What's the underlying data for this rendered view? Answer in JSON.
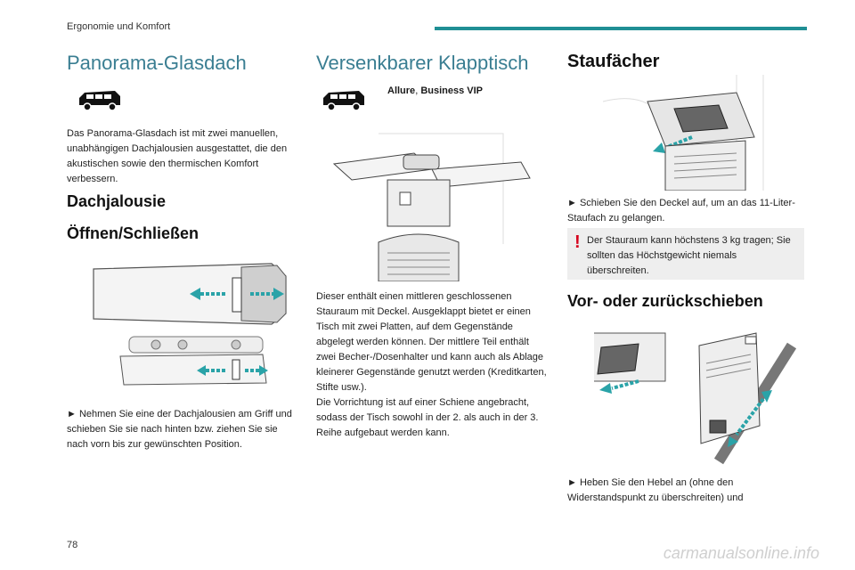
{
  "header": {
    "section": "Ergonomie und Komfort"
  },
  "page_number": "78",
  "watermark": "carmanualsonline.info",
  "col1": {
    "title": "Panorama-Glasdach",
    "intro": "Das Panorama-Glasdach ist mit zwei manuellen, unabhängigen Dachjalousien ausgestattet, die den akustischen sowie den thermischen Komfort verbessern.",
    "subtitle": "Dachjalousie",
    "subsubtitle": "Öffnen/Schließen",
    "instruction": "► Nehmen Sie eine der Dachjalousien am Griff und schieben Sie sie nach hinten bzw. ziehen Sie sie nach vorn bis zur gewünschten Position."
  },
  "col2": {
    "title": "Versenkbarer Klapptisch",
    "trim_allure": "Allure",
    "trim_sep": ", ",
    "trim_business": "Business VIP",
    "body": "Dieser enthält einen mittleren geschlossenen Stauraum mit Deckel. Ausgeklappt bietet er einen Tisch mit zwei Platten, auf dem Gegenstände abgelegt werden können. Der mittlere Teil enthält zwei Becher-/Dosenhalter und kann auch als Ablage kleinerer Gegenstände genutzt werden (Kreditkarten, Stifte usw.).\nDie Vorrichtung ist auf einer Schiene angebracht, sodass der Tisch sowohl in der 2. als auch in der 3. Reihe aufgebaut werden kann."
  },
  "col3": {
    "title": "Staufächer",
    "instruction": "► Schieben Sie den Deckel auf, um an das 11-Liter-Staufach zu gelangen.",
    "warning": "Der Stauraum kann höchstens 3 kg tragen; Sie sollten das Höchstgewicht niemals überschreiten.",
    "subtitle": "Vor- oder zurückschieben",
    "instruction2": "► Heben Sie den Hebel an (ohne den Widerstandspunkt zu überschreiten) und"
  },
  "colors": {
    "accent": "#1f8f94",
    "heading": "#3a7e92",
    "warning": "#d6001c",
    "arrow": "#2aa3a8"
  },
  "icons": [
    "van-icon",
    "van-icon",
    "warning-icon"
  ]
}
